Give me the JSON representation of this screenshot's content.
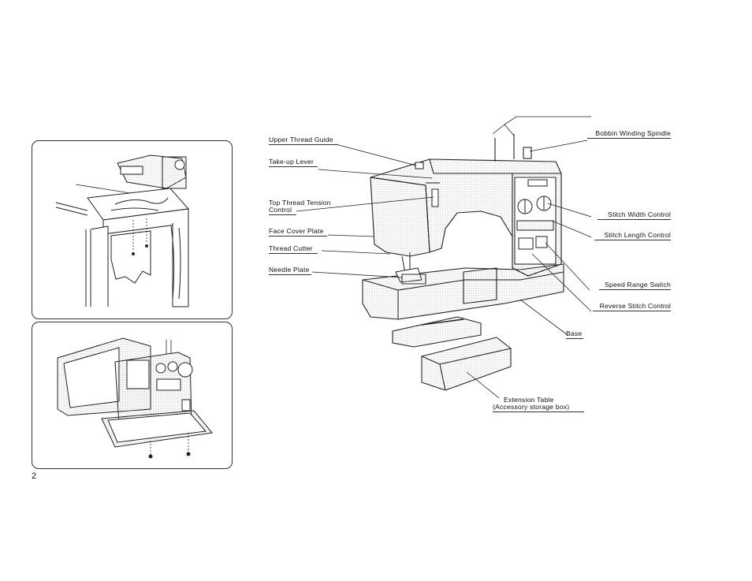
{
  "page": {
    "number": "2"
  },
  "colors": {
    "ink": "#222222",
    "stipple": "#cfcfcf",
    "dark": "#555555"
  },
  "labels": {
    "upper_thread_guide": "Upper Thread Guide",
    "take_up_lever": "Take-up Lever",
    "top_thread_tension_1": "Top Thread Tension",
    "top_thread_tension_2": "Control",
    "face_cover_plate": "Face Cover Plate",
    "thread_cutter": "Thread Cutter",
    "needle_plate": "Needle Plate",
    "bobbin_winding_spindle": "Bobbin Winding Spindle",
    "stitch_width_control": "Stitch Width Control",
    "stitch_length_control": "Stitch Length Control",
    "speed_range_switch": "Speed Range Switch",
    "reverse_stitch_control": "Reverse Stitch Control",
    "base": "Base",
    "extension_table_1": "Extension Table",
    "extension_table_2": "(Accessory storage box)"
  },
  "icons": [
    "sewing-machine-illustration",
    "table-mounting-illustration",
    "base-attachment-illustration"
  ]
}
